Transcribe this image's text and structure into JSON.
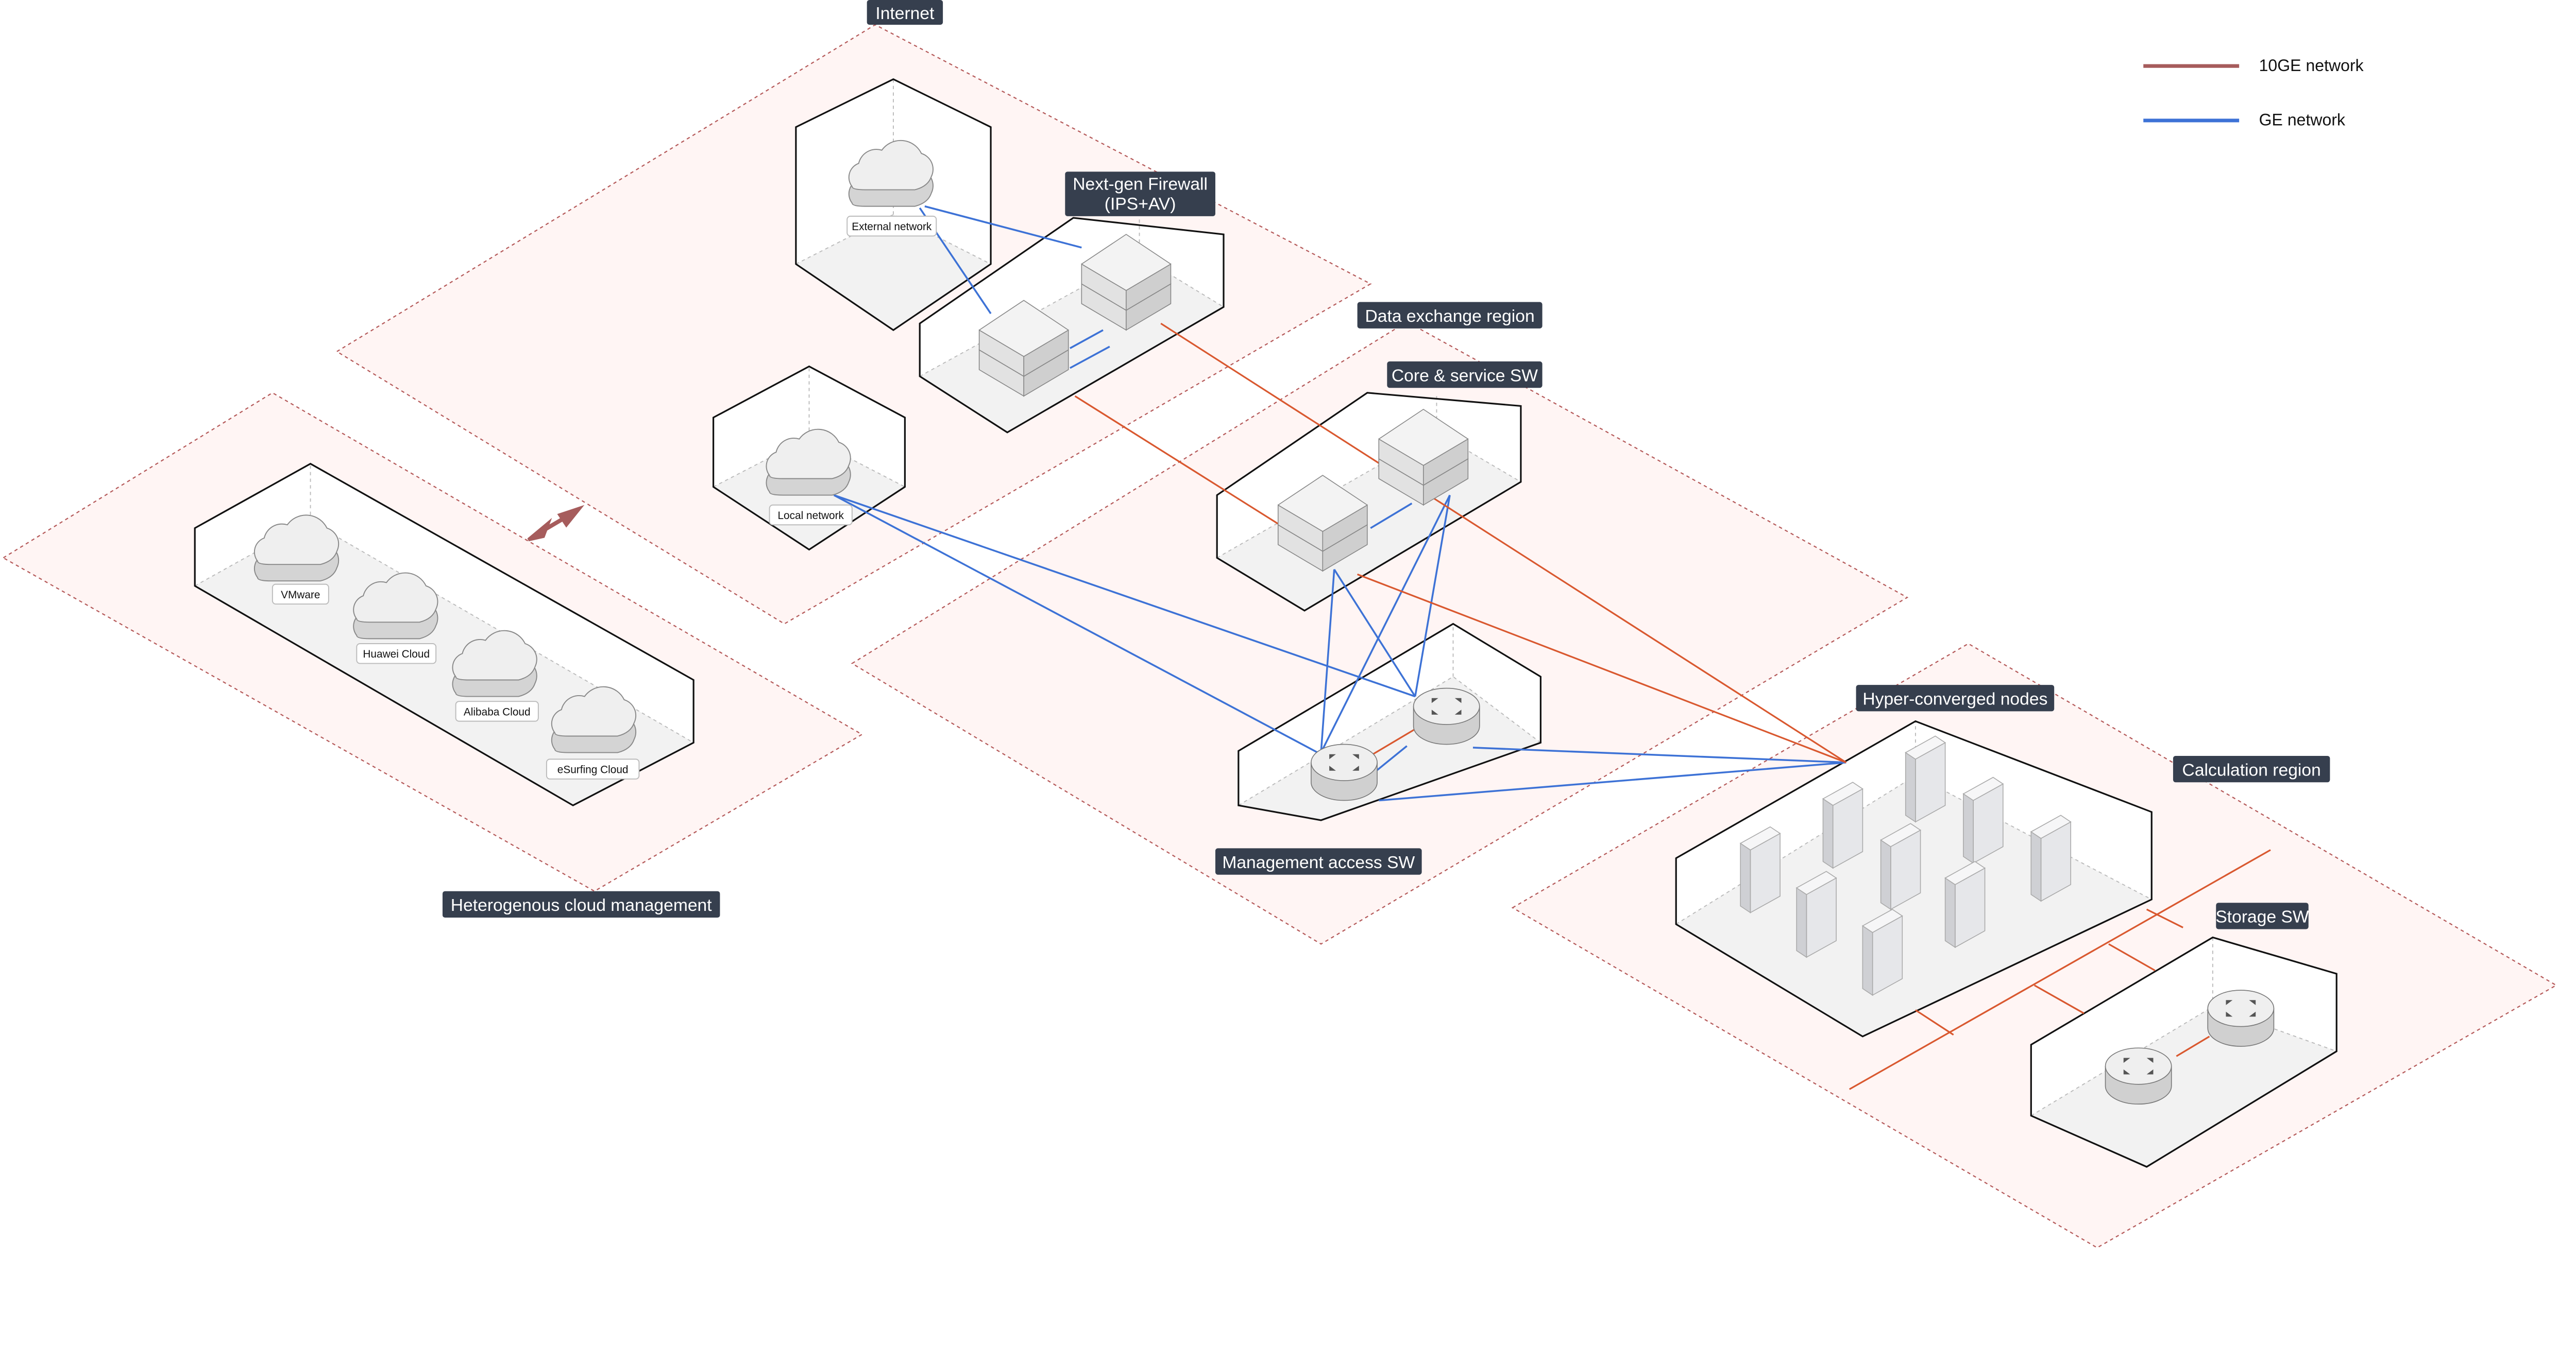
{
  "legend": [
    {
      "label": "10GE network",
      "color": "#a65c5c"
    },
    {
      "label": "GE network",
      "color": "#3d72d6"
    }
  ],
  "colors": {
    "zone_fill": "#fff5f4",
    "zone_border": "#b55a5a",
    "label_bg": "#363f4e",
    "link_10ge": "#d9582f",
    "link_ge": "#3d72d6"
  },
  "regions": {
    "internet": "Internet",
    "firewall_line1": "Next-gen Firewall",
    "firewall_line2": "(IPS+AV)",
    "data_exchange": "Data exchange region",
    "core_sw": "Core & service SW",
    "mgmt_sw": "Management access SW",
    "hetero": "Heterogenous cloud management",
    "hyper": "Hyper-converged nodes",
    "calc": "Calculation region",
    "storage": "Storage SW"
  },
  "clouds": {
    "external": "External network",
    "local": "Local network",
    "vmware": "VMware",
    "huawei": "Huawei Cloud",
    "alibaba": "Alibaba Cloud",
    "esurfing": "eSurfing Cloud"
  },
  "icons": {
    "cloud": "cloud-icon",
    "firewall": "stacked-appliance-icon",
    "switch": "router-icon",
    "server": "server-icon",
    "sync": "double-arrow-icon"
  }
}
